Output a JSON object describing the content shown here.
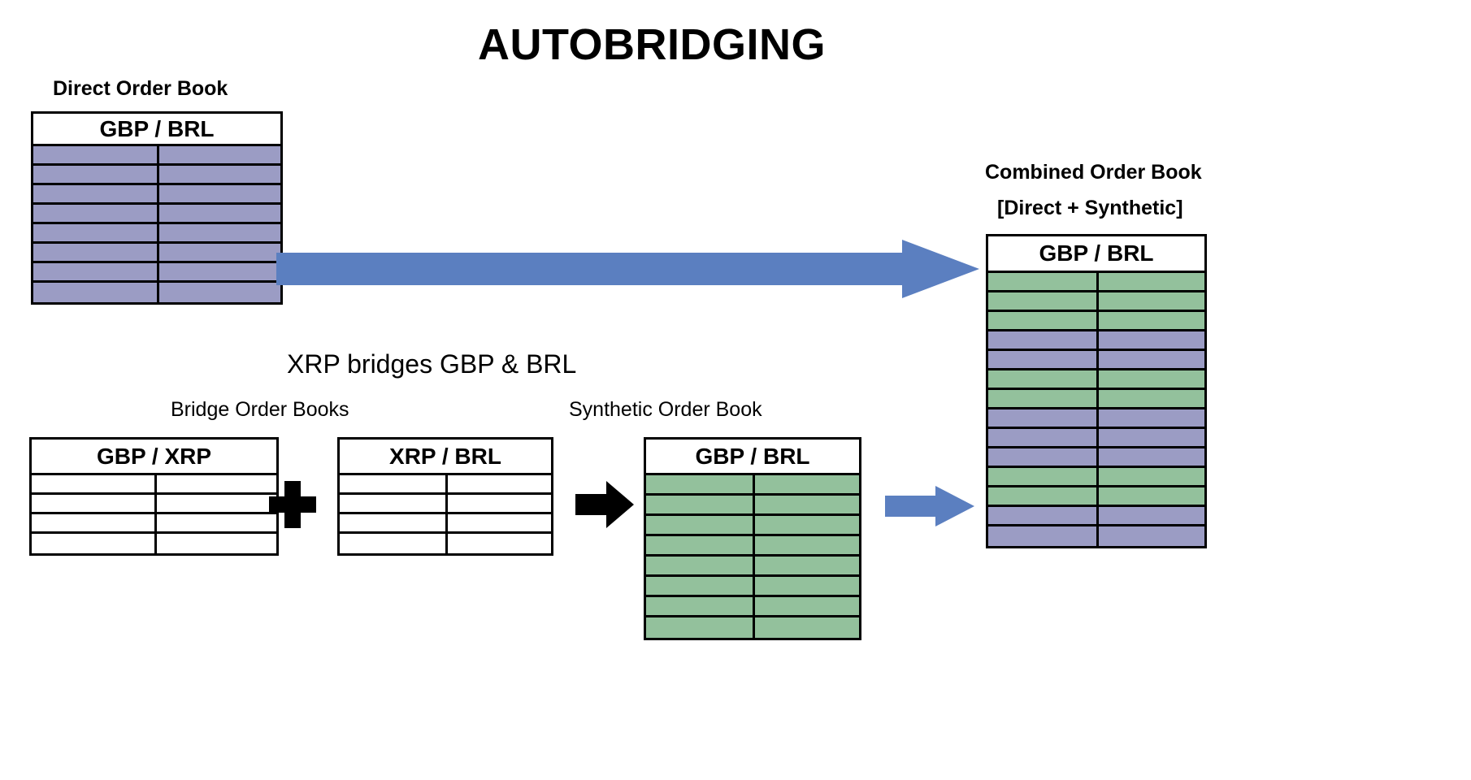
{
  "title": "AUTOBRIDGING",
  "colors": {
    "direct_fill": "#9b9cc4",
    "synthetic_fill": "#93c19c",
    "arrow_blue": "#5b7fc0",
    "arrow_black": "#000000",
    "border": "#000000",
    "background": "#ffffff"
  },
  "direct_book": {
    "caption": "Direct Order Book",
    "header": "GBP / BRL",
    "row_count": 8,
    "row_fills": [
      "#9b9cc4",
      "#9b9cc4",
      "#9b9cc4",
      "#9b9cc4",
      "#9b9cc4",
      "#9b9cc4",
      "#9b9cc4",
      "#9b9cc4"
    ]
  },
  "bridge_headline": "XRP bridges GBP & BRL",
  "bridge_section": {
    "caption": "Bridge Order Books",
    "books": [
      {
        "header": "GBP / XRP",
        "row_count": 4,
        "row_fills": [
          "#ffffff",
          "#ffffff",
          "#ffffff",
          "#ffffff"
        ]
      },
      {
        "header": "XRP / BRL",
        "row_count": 4,
        "row_fills": [
          "#ffffff",
          "#ffffff",
          "#ffffff",
          "#ffffff"
        ]
      }
    ],
    "operator": "+"
  },
  "synthetic_book": {
    "caption": "Synthetic Order Book",
    "header": "GBP / BRL",
    "row_count": 8,
    "row_fills": [
      "#93c19c",
      "#93c19c",
      "#93c19c",
      "#93c19c",
      "#93c19c",
      "#93c19c",
      "#93c19c",
      "#93c19c"
    ]
  },
  "combined_book": {
    "caption_line1": "Combined Order Book",
    "caption_line2": "[Direct + Synthetic]",
    "header": "GBP / BRL",
    "row_count": 14,
    "row_fills": [
      "#93c19c",
      "#93c19c",
      "#93c19c",
      "#9b9cc4",
      "#9b9cc4",
      "#93c19c",
      "#93c19c",
      "#9b9cc4",
      "#9b9cc4",
      "#9b9cc4",
      "#93c19c",
      "#93c19c",
      "#9b9cc4",
      "#9b9cc4"
    ]
  },
  "arrows": {
    "direct_to_combined": "arrow-right-blue-long",
    "bridge_to_synthetic": "arrow-right-black",
    "synthetic_to_combined": "arrow-right-blue-short"
  }
}
